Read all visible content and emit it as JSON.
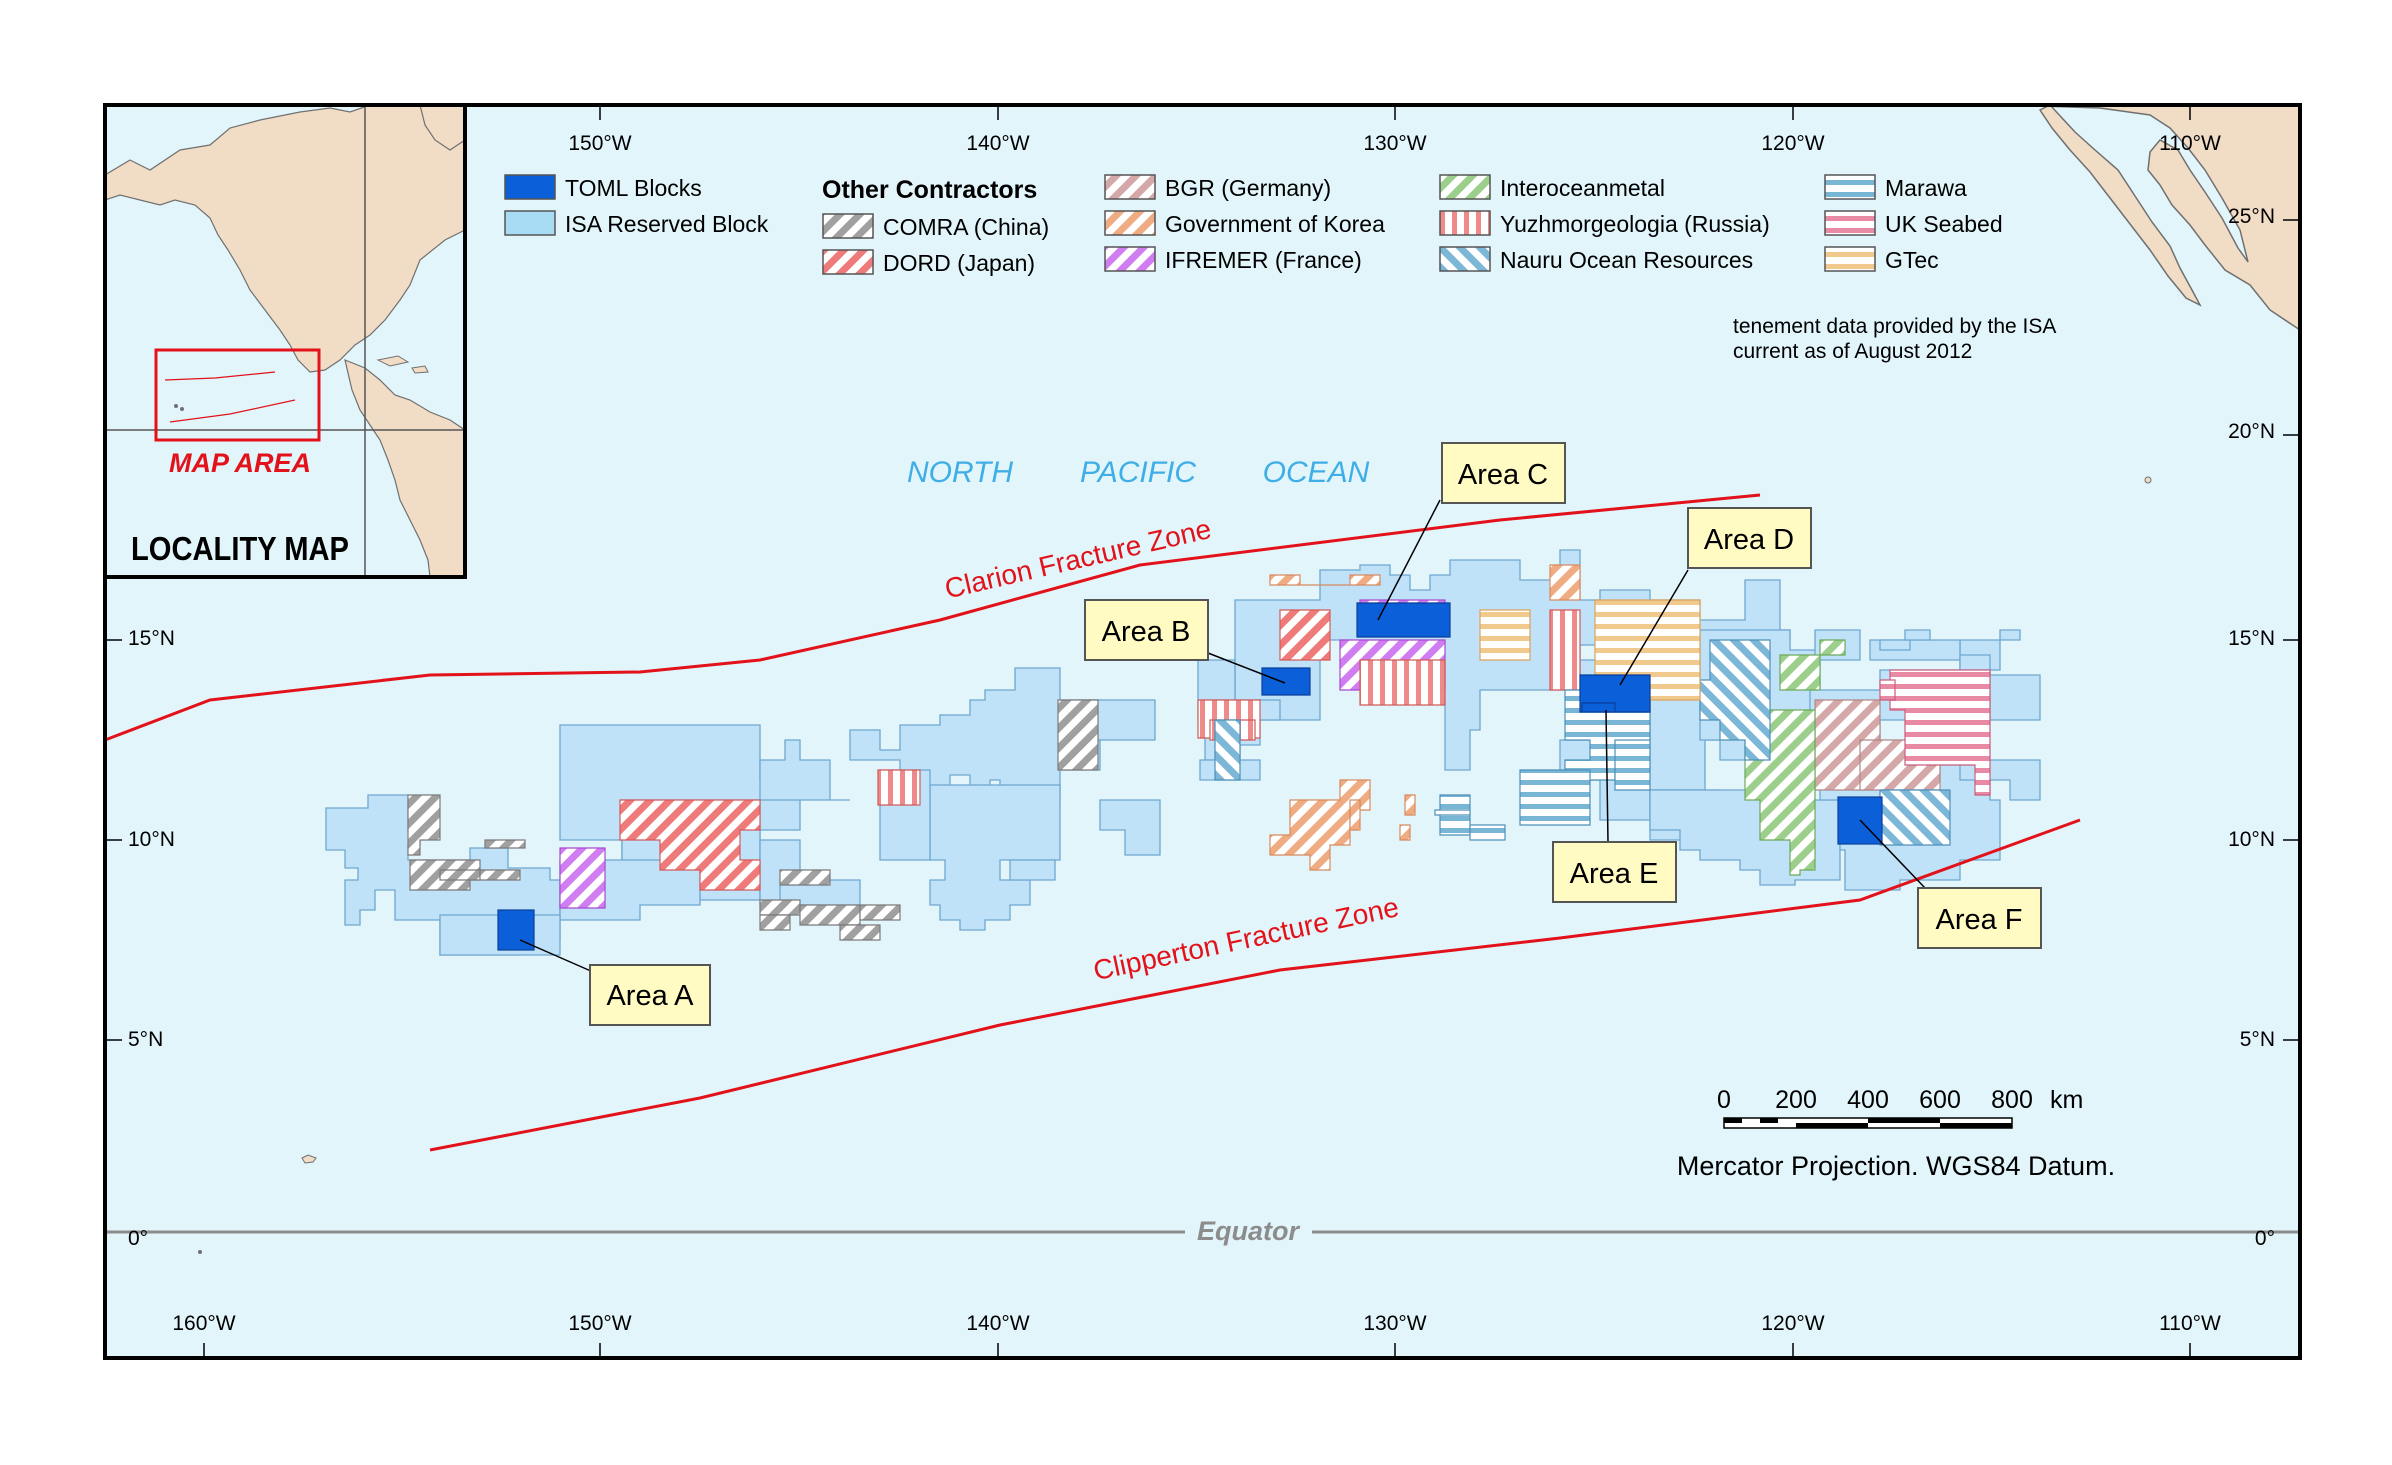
{
  "colors": {
    "ocean": "#e1f5fb",
    "land": "#f1dcc6",
    "isa_block": "#bfe2f8",
    "toml": "#0b5fd9",
    "fracture": "#e3121a",
    "frame": "#000000",
    "ocean_label": "#3faee6",
    "equator": "#8c8c8c",
    "callout_fill": "#fffbc2"
  },
  "graticule": {
    "top_labels": [
      "150°W",
      "140°W",
      "130°W",
      "120°W",
      "110°W"
    ],
    "bottom_labels": [
      "160°W",
      "150°W",
      "140°W",
      "130°W",
      "120°W",
      "110°W"
    ],
    "left_labels": [
      "15°N",
      "10°N",
      "5°N",
      "0°"
    ],
    "right_labels": [
      "25°N",
      "20°N",
      "15°N",
      "10°N",
      "5°N",
      "0°"
    ]
  },
  "legend": {
    "own": [
      {
        "label": "TOML Blocks",
        "color": "#0b5fd9"
      },
      {
        "label": "ISA Reserved Block",
        "color": "#a7dcf4"
      }
    ],
    "other_title": "Other Contractors",
    "contractors": [
      {
        "label": "COMRA (China)",
        "color": "#a0a0a0",
        "pattern": "diag"
      },
      {
        "label": "DORD (Japan)",
        "color": "#ee7a7a",
        "pattern": "diag"
      },
      {
        "label": "BGR (Germany)",
        "color": "#d4a8a8",
        "pattern": "diag"
      },
      {
        "label": "Government of Korea",
        "color": "#efab82",
        "pattern": "diag"
      },
      {
        "label": "IFREMER (France)",
        "color": "#cf7df0",
        "pattern": "diag"
      },
      {
        "label": "Interoceanmetal",
        "color": "#9ccf8b",
        "pattern": "diag"
      },
      {
        "label": "Yuzhmorgeologia (Russia)",
        "color": "#ef8a8a",
        "pattern": "vert"
      },
      {
        "label": "Nauru Ocean Resources",
        "color": "#7db7d8",
        "pattern": "diagr"
      },
      {
        "label": "Marawa",
        "color": "#79b6d6",
        "pattern": "horiz"
      },
      {
        "label": "UK Seabed",
        "color": "#e98aa4",
        "pattern": "horiz"
      },
      {
        "label": "GTec",
        "color": "#f2c98d",
        "pattern": "horiz"
      }
    ]
  },
  "note": {
    "line1": "tenement data provided by the ISA",
    "line2": "current as of August 2012"
  },
  "ocean_words": [
    "NORTH",
    "PACIFIC",
    "OCEAN"
  ],
  "fracture_labels": {
    "clarion": "Clarion Fracture Zone",
    "clipperton": "Clipperton Fracture Zone"
  },
  "equator_label": "Equator",
  "areas": [
    "Area A",
    "Area B",
    "Area C",
    "Area D",
    "Area E",
    "Area F"
  ],
  "inset": {
    "title": "LOCALITY MAP",
    "map_area_label": "MAP AREA"
  },
  "scale_bar": {
    "ticks": [
      "0",
      "200",
      "400",
      "600",
      "800"
    ],
    "unit": "km",
    "projection": "Mercator Projection. WGS84 Datum."
  }
}
